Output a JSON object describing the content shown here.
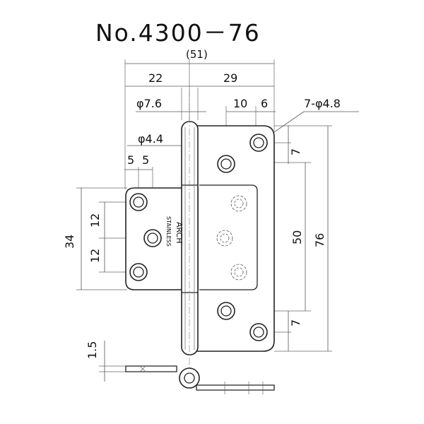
{
  "title": "No.4300－76",
  "dimensions": {
    "overall_width": "(51)",
    "left_leaf_width": "22",
    "right_leaf_width": "29",
    "pin_diameter": "φ7.6",
    "bore_diameter": "φ4.4",
    "hole_offset_1": "10",
    "hole_offset_2": "6",
    "hole_spec": "7-φ4.8",
    "left_hole_x1": "5",
    "left_hole_x2": "5",
    "left_height": "34",
    "left_pitch_top": "12",
    "left_pitch_bottom": "12",
    "right_edge_top": "7",
    "right_pitch": "50",
    "right_height": "76",
    "right_edge_bottom": "7",
    "thickness": "1.5"
  },
  "stamp": {
    "brand": "ARCH",
    "material": "STAINLESS"
  },
  "colors": {
    "line": "#222222",
    "dimension": "#555555",
    "background": "#ffffff"
  }
}
